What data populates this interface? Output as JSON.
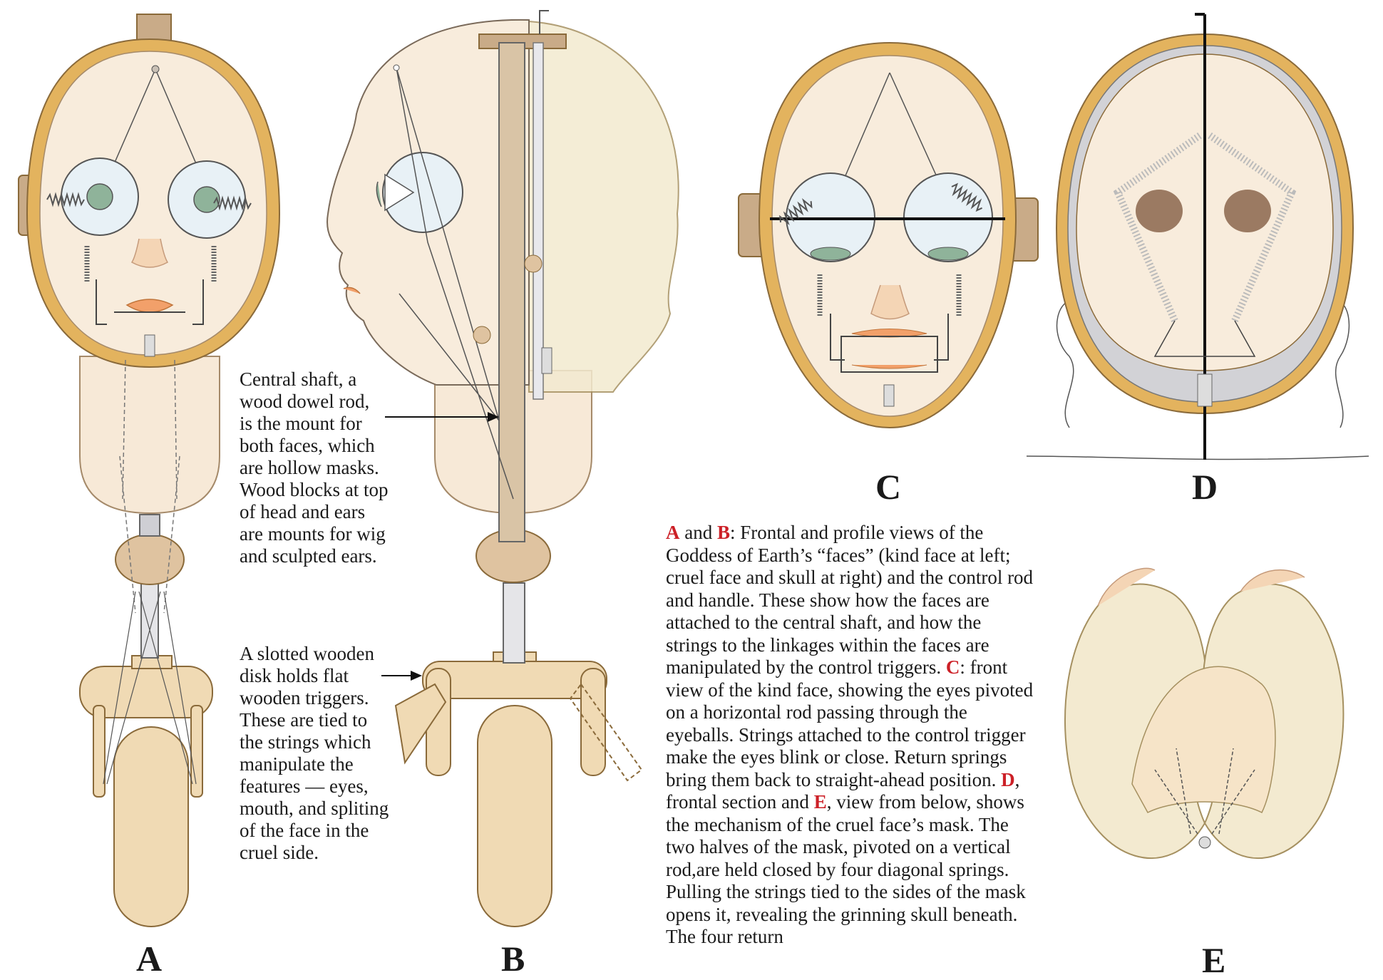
{
  "figure_labels": {
    "a": "A",
    "b": "B",
    "c": "C",
    "d": "D",
    "e": "E"
  },
  "annotations": {
    "shaft": "Central shaft, a\nwood dowel rod,\nis the mount for\nboth faces, which\nare hollow masks.\nWood blocks at top\nof head and ears\nare mounts for wig\nand sculpted ears.",
    "disk": "A slotted wooden\ndisk holds flat\nwooden triggers.\nThese are tied to\nthe strings which\nmanipulate the\nfeatures — eyes,\nmouth, and spliting\nof the face in the\ncruel side."
  },
  "caption": {
    "ref_a": "A",
    "t1": " and ",
    "ref_b": "B",
    "t2": ": Frontal and profile views of the Goddess of Earth’s “faces” (kind face at left; cruel face and skull at right) and the control rod and handle. These show how the faces are attached to the central shaft, and how the strings to the linkages within the faces are manipulated by the control triggers. ",
    "ref_c": "C",
    "t3": ": front view of the kind face, showing the eyes pivoted on a horizontal rod passing through the eyeballs. Strings attached to the control trigger make the eyes blink or close. Return springs bring them back to straight-ahead position. ",
    "ref_d": "D",
    "t4": ", frontal section and ",
    "ref_e": "E",
    "t5": ", view from below, shows the mechanism of the cruel face’s mask. The two halves of the mask, pivoted on a vertical rod,are held closed by four diagonal springs. Pulling the strings tied to the sides of the mask opens it, revealing the grinning skull beneath. The four return"
  },
  "colors": {
    "rim": "#e3b35e",
    "rim_stroke": "#8a6a3a",
    "face_fill": "#f8ecdc",
    "wood": "#f0dab4",
    "block": "#c9ab88",
    "eye": "#e8f1f6",
    "iris": "#8fb39a",
    "lips": "#f2a06a",
    "skull_socket": "#9b7a62",
    "accent_red": "#cc2027"
  }
}
